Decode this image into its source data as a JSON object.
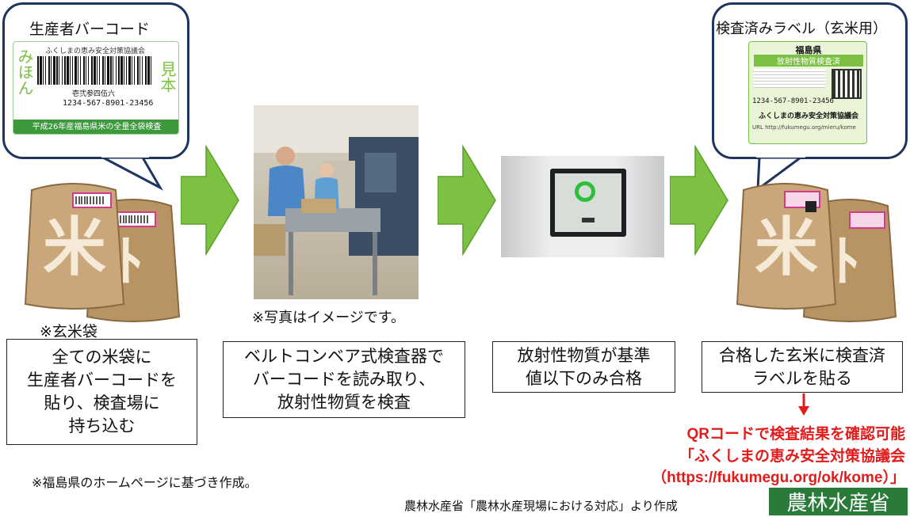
{
  "bubble_left": {
    "title": "生産者バーコード",
    "label": {
      "org": "ふくしまの恵み安全対策協議会",
      "producer": "壱弐参四伍六",
      "id_number": "1234-567-8901-23456",
      "footer": "平成26年産福島県米の全量全袋検査",
      "left_chars": "みほん",
      "right_chars": "見本"
    }
  },
  "bubble_right": {
    "title": "検査済みラベル（玄米用）",
    "label": {
      "header": "福島県",
      "subheader": "放射性物質検査済",
      "id_number": "1234-567-8901-23456",
      "org": "ふくしまの恵み安全対策協議会",
      "url": "URL http://fukumegu.org/mieru/kome"
    }
  },
  "captions": {
    "rice_bag": "※玄米袋",
    "photo_note": "※写真はイメージです。"
  },
  "steps": [
    {
      "text": "全ての米袋に\n生産者バーコードを\n貼り、検査場に\n持ち込む"
    },
    {
      "text": "ベルトコンベア式検査器で\nバーコードを読み取り、\n放射性物質を検査"
    },
    {
      "text": "放射性物質が基準\n値以下のみ合格"
    },
    {
      "text": "合格した玄米に検査済\nラベルを貼る"
    }
  ],
  "qr_note": {
    "line1_bold": "QR",
    "line1_rest": "コードで検査結果を確認可能",
    "line2": "「ふくしまの恵み安全対策協議会",
    "line3": "（https://fukumegu.org/ok/kome）」"
  },
  "footnote": "※福島県のホームページに基づき作成。",
  "source": "農林水産省「農林水産現場における対応」より作成",
  "ministry_logo": "農林水産省",
  "colors": {
    "arrow": "#7dc142",
    "arrow_border": "#5aa02e",
    "bubble_border": "#1e3560",
    "red_text": "#e21b1b",
    "bag": "#c9a77b",
    "logo_bg": "#2a7a3a"
  }
}
